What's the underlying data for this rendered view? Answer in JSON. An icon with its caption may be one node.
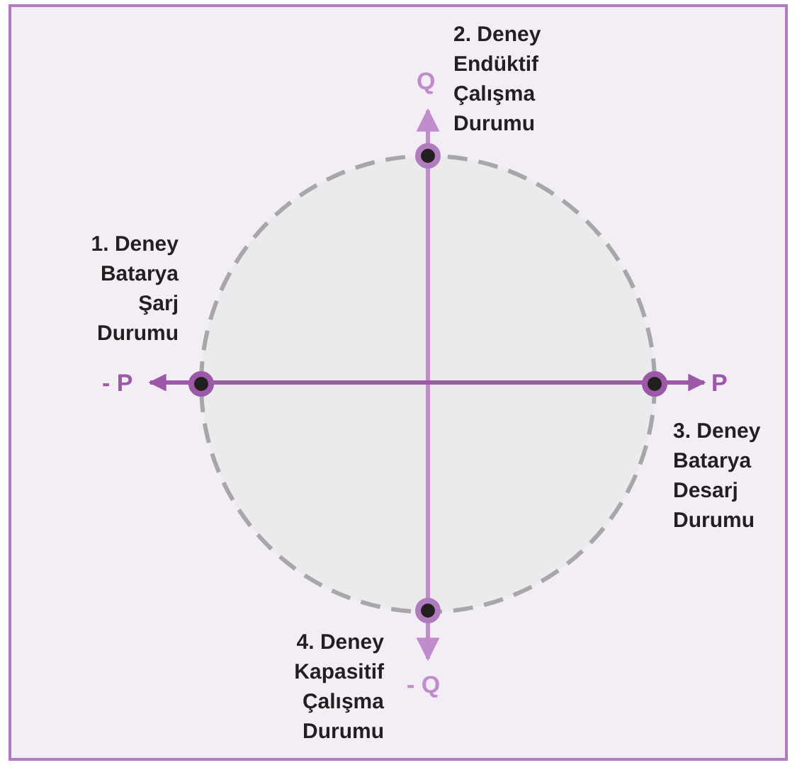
{
  "diagram": {
    "labels": [
      "2. Deney Endüktif Çalışma Durumu",
      "Q",
      "1. Deney Batarya Şarj Durumu",
      "- P",
      "P",
      "3. Deney Batarya Desarj Durumu",
      "4. Deney Kapasitif Çalışma Durumu",
      "- Q"
    ]
  }
}
